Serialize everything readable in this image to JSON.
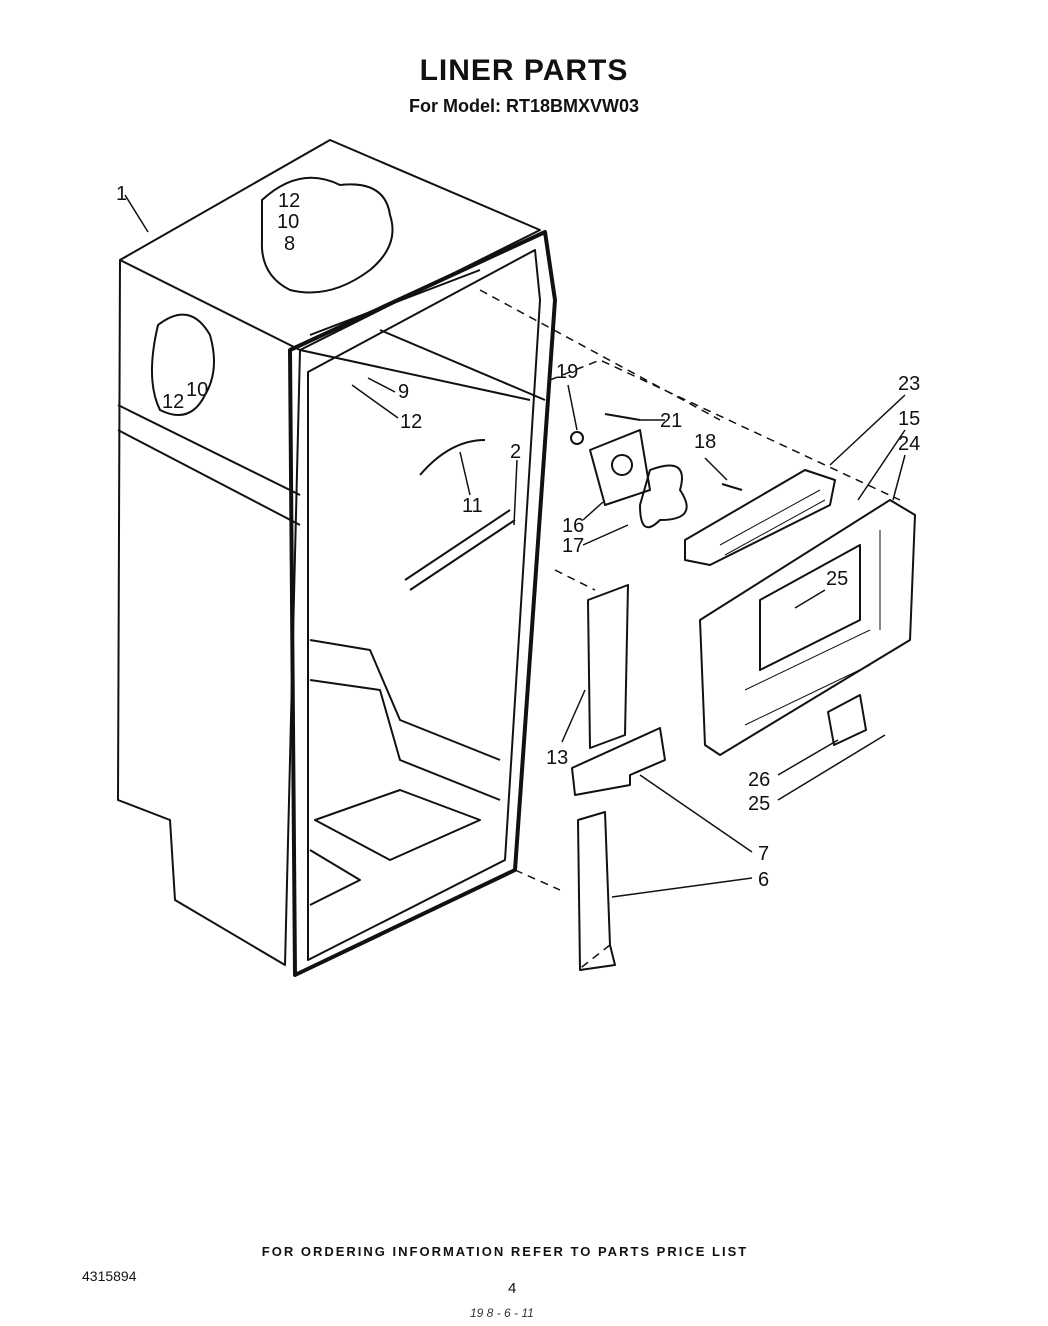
{
  "title": "LINER PARTS",
  "subtitle": "For Model: RT18BMXVW03",
  "footer": "FOR ORDERING INFORMATION REFER TO PARTS PRICE LIST",
  "doc_number": "4315894",
  "page_number": "4",
  "handwritten_note": "19 8 - 6 - 11",
  "callouts": {
    "c1": "1",
    "c2": "2",
    "c6": "6",
    "c7": "7",
    "c8": "8",
    "c9": "9",
    "c10a": "10",
    "c10b": "10",
    "c11": "11",
    "c12a": "12",
    "c12b": "12",
    "c12c": "12",
    "c13": "13",
    "c15": "15",
    "c16": "16",
    "c17": "17",
    "c18": "18",
    "c19": "19",
    "c21": "21",
    "c23": "23",
    "c24": "24",
    "c25a": "25",
    "c25b": "25",
    "c26": "26"
  }
}
